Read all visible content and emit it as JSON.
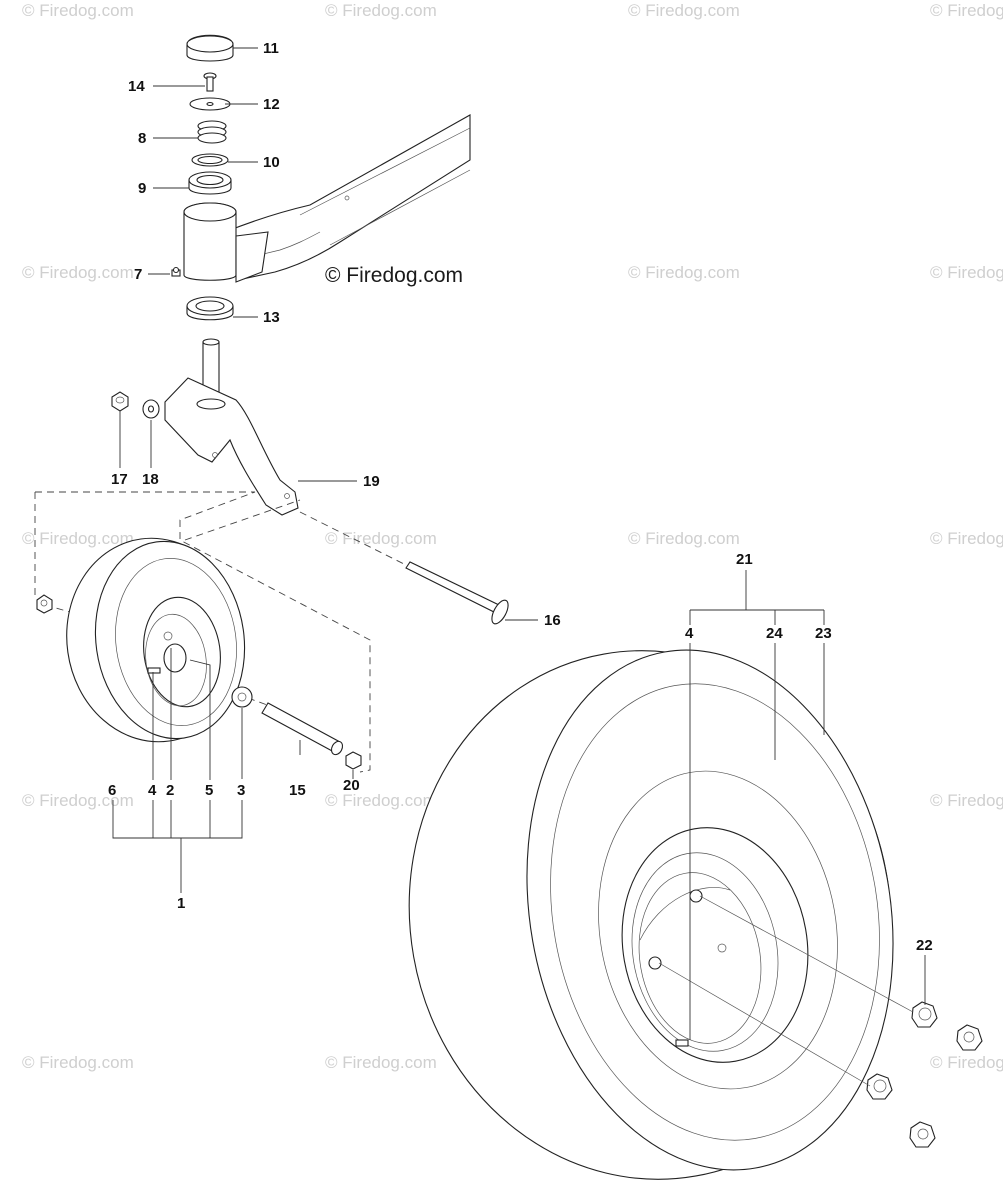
{
  "watermark": {
    "main_text": "© Firedog.com",
    "tile_text": "© Firedog.com"
  },
  "callouts": {
    "c1": "1",
    "c2": "2",
    "c3": "3",
    "c4": "4",
    "c5": "5",
    "c6": "6",
    "c7": "7",
    "c8": "8",
    "c9": "9",
    "c10": "10",
    "c11": "11",
    "c12": "12",
    "c13": "13",
    "c14": "14",
    "c15": "15",
    "c16": "16",
    "c17": "17",
    "c18": "18",
    "c19": "19",
    "c20": "20",
    "c21": "21",
    "c22": "22",
    "c23": "23",
    "c24": "24",
    "c4b": "4"
  }
}
